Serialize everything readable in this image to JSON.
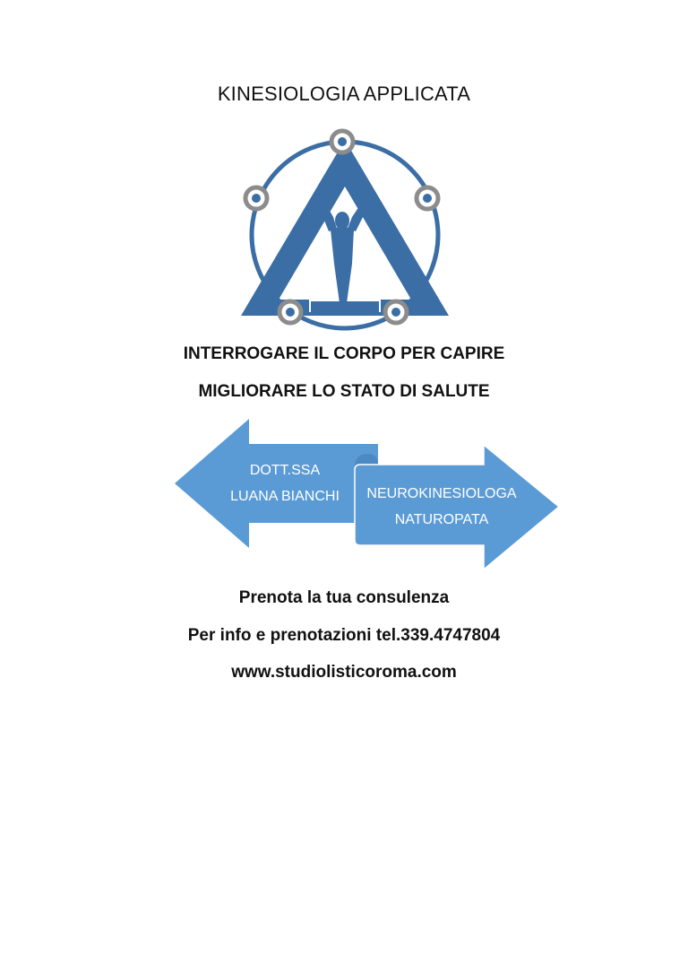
{
  "document": {
    "title": "KINESIOLOGIA APPLICATA",
    "tagline_1": "INTERROGARE IL CORPO PER CAPIRE",
    "tagline_2": "MIGLIORARE LO STATO DI SALUTE",
    "left_arrow": {
      "line_1": "DOTT.SSA",
      "line_2": "LUANA BIANCHI"
    },
    "right_arrow": {
      "line_1": "NEUROKINESIOLOGA",
      "line_2": "NATUROPATA"
    },
    "booking": "Prenota la tua consulenza",
    "contact": "Per info e prenotazioni tel.339.4747804",
    "website": "www.studiolisticoroma.com"
  },
  "colors": {
    "logo_blue": "#3a6ea5",
    "arrow_blue": "#5b9bd5",
    "node_gray": "#8c8c8c"
  },
  "icons": {
    "logo": "kinesiology-triangle-figure-logo"
  }
}
